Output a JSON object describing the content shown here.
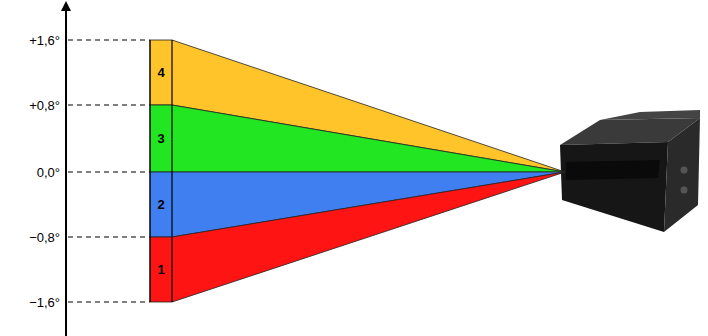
{
  "diagram": {
    "nodes": [
      {
        "text": [
          "4"
        ]
      },
      {
        "text": [
          "3"
        ]
      },
      {
        "text": [
          "2"
        ]
      },
      {
        "text": [
          "1"
        ]
      }
    ],
    "labels": [
      "+1,6°",
      "+0,8°",
      "0,0°",
      "−0,8°",
      "−1,6°"
    ]
  }
}
